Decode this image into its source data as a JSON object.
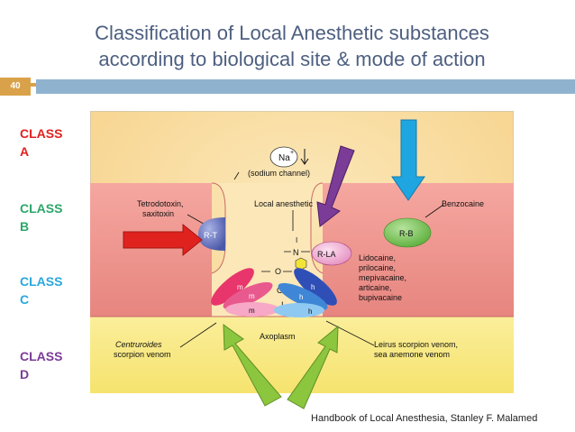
{
  "slide": {
    "title_line1": "Classification of Local Anesthetic substances",
    "title_line2": "according to biological site & mode of action",
    "slide_number": "40",
    "caption": "Handbook of Local Anesthesia, Stanley F. Malamed"
  },
  "classes": [
    {
      "label": "CLASS\nA",
      "color": "#e0221f"
    },
    {
      "label": "CLASS\nB",
      "color": "#2ca66a"
    },
    {
      "label": "CLASS\nC",
      "color": "#29a7dc"
    },
    {
      "label": "CLASS\nD",
      "color": "#7a3c97"
    }
  ],
  "figure": {
    "na_label": "Na",
    "na_charge": "+",
    "sodium_channel": "(sodium channel)",
    "ttx_line1": "Tetrodotoxin,",
    "ttx_line2": "saxitoxin",
    "local_anesthetic": "Local anesthetic",
    "benzocaine": "Benzocaine",
    "rt": "R-T",
    "rla": "R-LA",
    "rb": "R-B",
    "i_mark": "I",
    "n_mark": "N",
    "o_mark": "O",
    "c_mark": "C",
    "l_mark": "I",
    "m_gate": "m",
    "h_gate": "h",
    "drugs": [
      "Lidocaine,",
      "prilocaine,",
      "mepivacaine,",
      "articaine,",
      "bupivacaine"
    ],
    "axoplasm": "Axoplasm",
    "centruroides_line1": "Centruroides",
    "centruroides_line2": "scorpion venom",
    "leirus_line1": "Leirus scorpion venom,",
    "leirus_line2": "sea anemone venom"
  },
  "colors": {
    "title": "#4d5f80",
    "accent_gold": "#d9a24a",
    "title_bar": "#8fb3cf",
    "arrow_red": "#e0221f",
    "arrow_blue": "#1fa6e0",
    "arrow_purple": "#7a3c97",
    "arrow_green": "#8cc63f"
  }
}
